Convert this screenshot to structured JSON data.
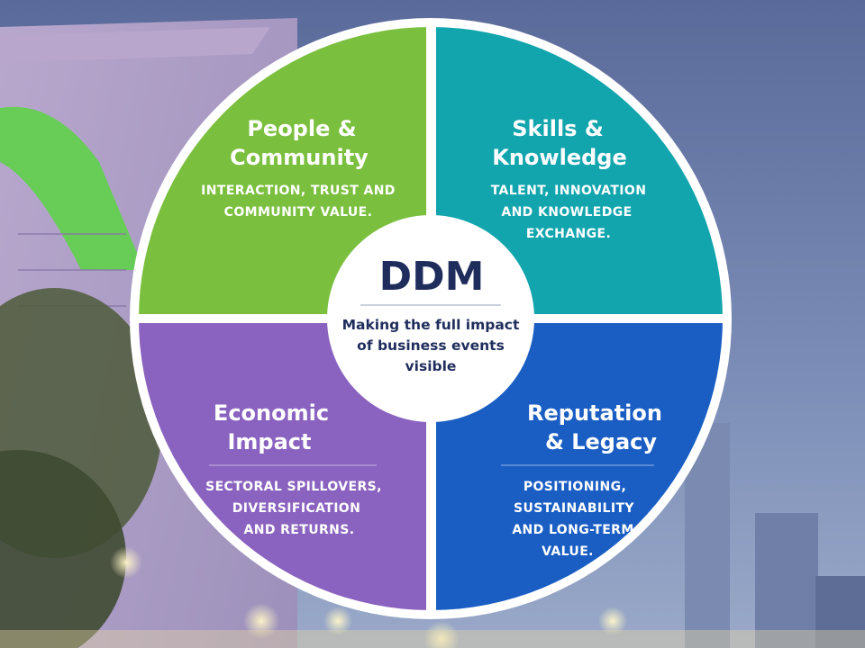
{
  "center": {
    "title": "DDM",
    "subtitle": [
      "Making the full impact",
      "of business events",
      "visible"
    ]
  },
  "quadrants": {
    "people": {
      "title": [
        "People &",
        "Community"
      ],
      "description": [
        "INTERACTION, TRUST AND",
        "COMMUNITY VALUE."
      ],
      "color": "#7bbf3f"
    },
    "skills": {
      "title": [
        "Skills &",
        "Knowledge"
      ],
      "description": [
        "TALENT, INNOVATION",
        "AND KNOWLEDGE",
        "EXCHANGE."
      ],
      "color": "#12a5ad"
    },
    "economic": {
      "title": [
        "Economic",
        "Impact"
      ],
      "description": [
        "SECTORAL SPILLOVERS,",
        "DIVERSIFICATION",
        "AND RETURNS."
      ],
      "color": "#8a62bf"
    },
    "reputation": {
      "title": [
        "Reputation",
        "& Legacy"
      ],
      "description": [
        "POSITIONING,",
        "SUSTAINABILITY",
        "AND LONG-TERM",
        "VALUE."
      ],
      "color": "#1a5ec4"
    }
  },
  "colors": {
    "sky_top": "#5a6a9a",
    "sky_bottom": "#8aa0c8",
    "center_text": "#1f2d5c",
    "ring": "#ffffff"
  }
}
